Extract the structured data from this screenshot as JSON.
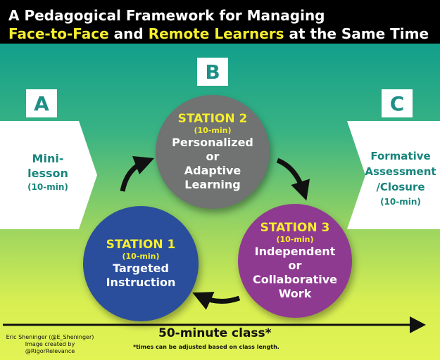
{
  "header": {
    "title_line1": "A Pedagogical Framework for Managing",
    "highlight1": "Face-to-Face",
    "connector": " and ",
    "highlight2": "Remote Learners",
    "tail": " at the Same Time"
  },
  "stage_a": {
    "letter": "A",
    "lines": [
      "Mini-",
      "lesson"
    ],
    "time": "(10-min)"
  },
  "stage_b": {
    "letter": "B"
  },
  "stage_c": {
    "letter": "C",
    "lines": [
      "Formative",
      "Assessment",
      "/Closure"
    ],
    "time": "(10-min)"
  },
  "stations": [
    {
      "title": "STATION 2",
      "time": "(10-min)",
      "desc": [
        "Personalized",
        "or",
        "Adaptive",
        "Learning"
      ],
      "color": "#717272"
    },
    {
      "title": "STATION 1",
      "time": "(10-min)",
      "desc": [
        "Targeted",
        "Instruction"
      ],
      "color": "#2a4e9c"
    },
    {
      "title": "STATION 3",
      "time": "(10-min)",
      "desc": [
        "Independent",
        "or",
        "Collaborative",
        "Work"
      ],
      "color": "#8f3a91"
    }
  ],
  "timeline": {
    "label": "50-minute class*",
    "note": "*times can be adjusted based on class length."
  },
  "credit": [
    "Eric Sheninger (@E_Sheninger)",
    "Image created by",
    "@RigorRelevance"
  ],
  "colors": {
    "header_bg": "#000000",
    "highlight": "#f6ee2d",
    "teal_text": "#17857c"
  }
}
